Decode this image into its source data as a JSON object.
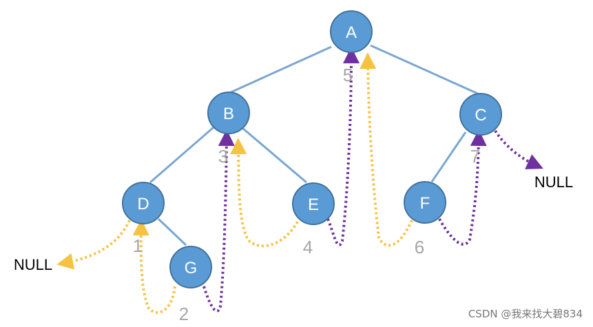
{
  "colors": {
    "node_fill": "#5b9bd5",
    "node_stroke": "#41719c",
    "edge": "#7aa6d0",
    "thread_yellow": "#f5c242",
    "thread_purple": "#7030a0",
    "order_text": "#a6a6a6"
  },
  "nodes": [
    {
      "id": "A",
      "label": "A"
    },
    {
      "id": "B",
      "label": "B"
    },
    {
      "id": "C",
      "label": "C"
    },
    {
      "id": "D",
      "label": "D"
    },
    {
      "id": "E",
      "label": "E"
    },
    {
      "id": "F",
      "label": "F"
    },
    {
      "id": "G",
      "label": "G"
    }
  ],
  "edges": [
    {
      "from": "A",
      "to": "B"
    },
    {
      "from": "A",
      "to": "C"
    },
    {
      "from": "B",
      "to": "D"
    },
    {
      "from": "B",
      "to": "E"
    },
    {
      "from": "C",
      "to": "F"
    },
    {
      "from": "D",
      "to": "G"
    }
  ],
  "order_numbers": [
    "1",
    "2",
    "3",
    "4",
    "5",
    "6",
    "7"
  ],
  "null_labels": {
    "left": "NULL",
    "right": "NULL"
  },
  "watermark": "CSDN @我来找大碧834"
}
